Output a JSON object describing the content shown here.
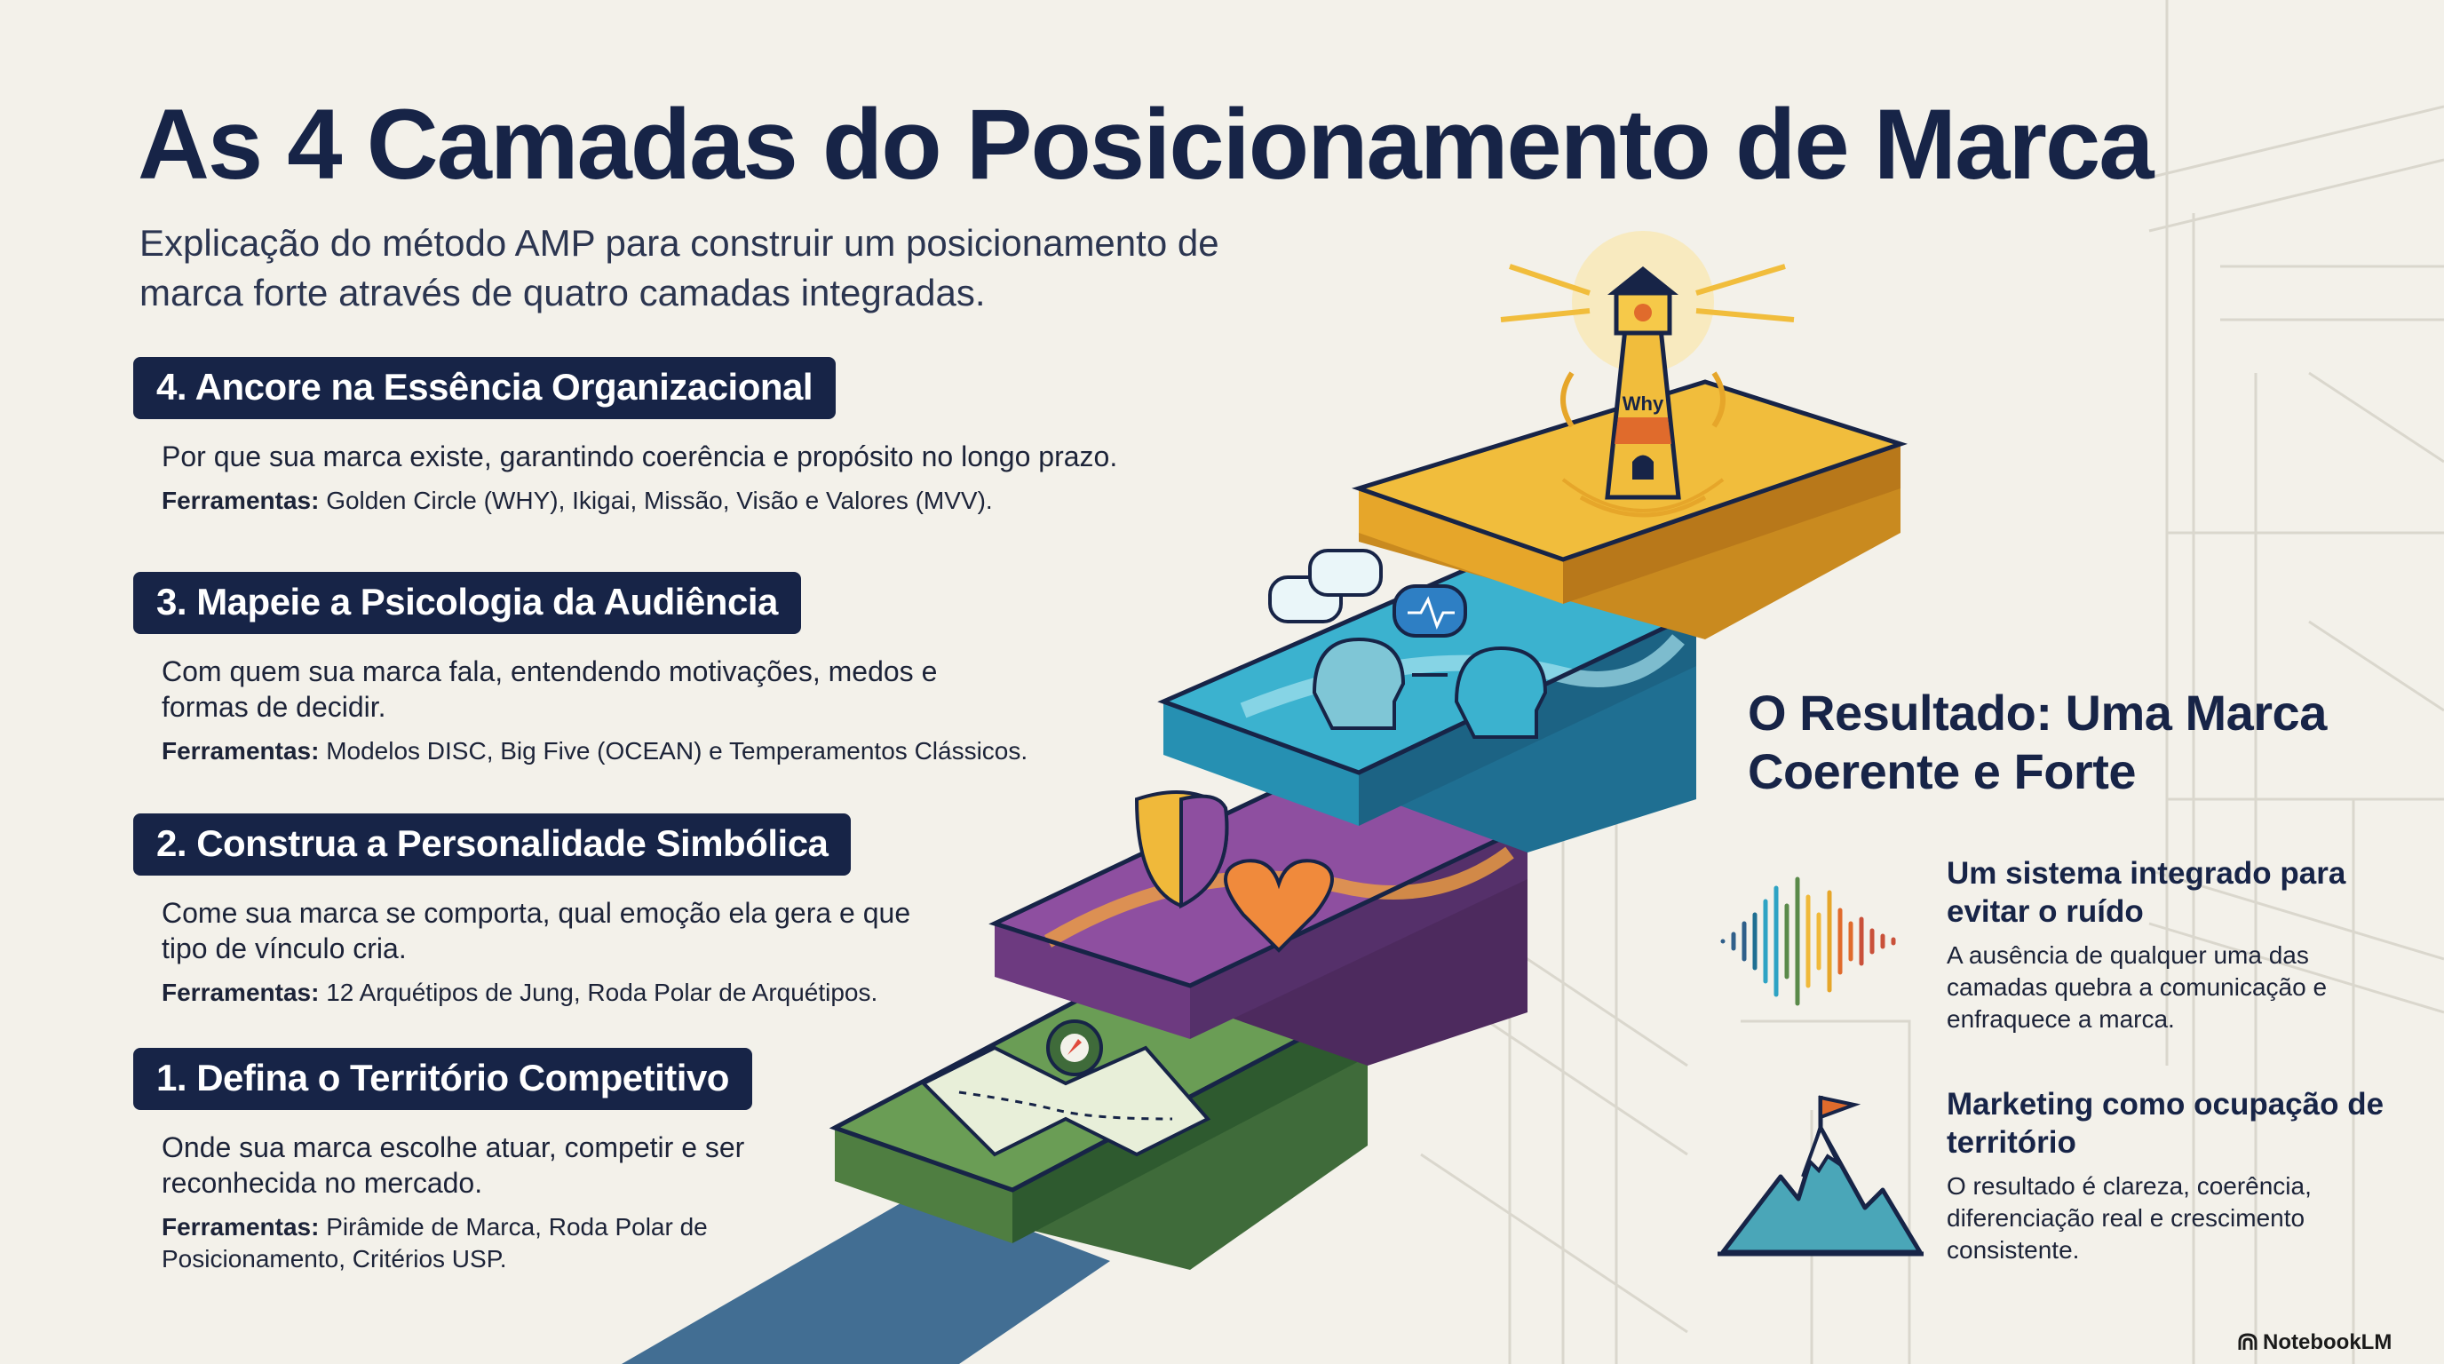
{
  "title": "As 4 Camadas do Posicionamento de Marca",
  "subtitle": "Explicação do método AMP para construir um posicionamento de marca forte através de quatro camadas integradas.",
  "layers": [
    {
      "heading": "4. Ancore na Essência Organizacional",
      "description": "Por que sua marca existe, garantindo coerência e propósito no longo prazo.",
      "tools_label": "Ferramentas:",
      "tools": "Golden Circle (WHY), Ikigai, Missão, Visão e Valores (MVV)."
    },
    {
      "heading": "3. Mapeie a Psicologia da Audiência",
      "description": "Com quem sua marca fala, entendendo motivações, medos e formas de decidir.",
      "tools_label": "Ferramentas:",
      "tools": "Modelos DISC, Big Five (OCEAN) e Temperamentos Clássicos."
    },
    {
      "heading": "2. Construa a Personalidade Simbólica",
      "description": "Come sua marca se comporta, qual emoção ela gera e que tipo de vínculo cria.",
      "tools_label": "Ferramentas:",
      "tools": "12 Arquétipos de Jung, Roda Polar de Arquétipos."
    },
    {
      "heading": "1. Defina o Território Competitivo",
      "description": "Onde sua marca escolhe atuar, competir e ser reconhecida no mercado.",
      "tools_label": "Ferramentas:",
      "tools": "Pirâmide de Marca, Roda Polar de Posicionamento, Critérios USP."
    }
  ],
  "lighthouse_label": "Why",
  "result": {
    "title": "O Resultado: Uma Marca Coerente e Forte",
    "benefits": [
      {
        "title": "Um sistema integrado para evitar o ruído",
        "text": "A ausência de qualquer uma das camadas quebra a comunicação e enfraquece a marca.",
        "icon": "soundwave-icon"
      },
      {
        "title": "Marketing como ocupação de território",
        "text": "O resultado é clareza, coerência, diferenciação real e crescimento consistente.",
        "icon": "mountain-flag-icon"
      }
    ]
  },
  "brand": "NotebookLM",
  "colors": {
    "navy": "#172447",
    "layer4": "#f0b93a",
    "layer3": "#2ea3c4",
    "layer2": "#7a3f8f",
    "layer1": "#5a8a4a",
    "base": "#2f5f8a",
    "background": "#f3f1ea"
  }
}
